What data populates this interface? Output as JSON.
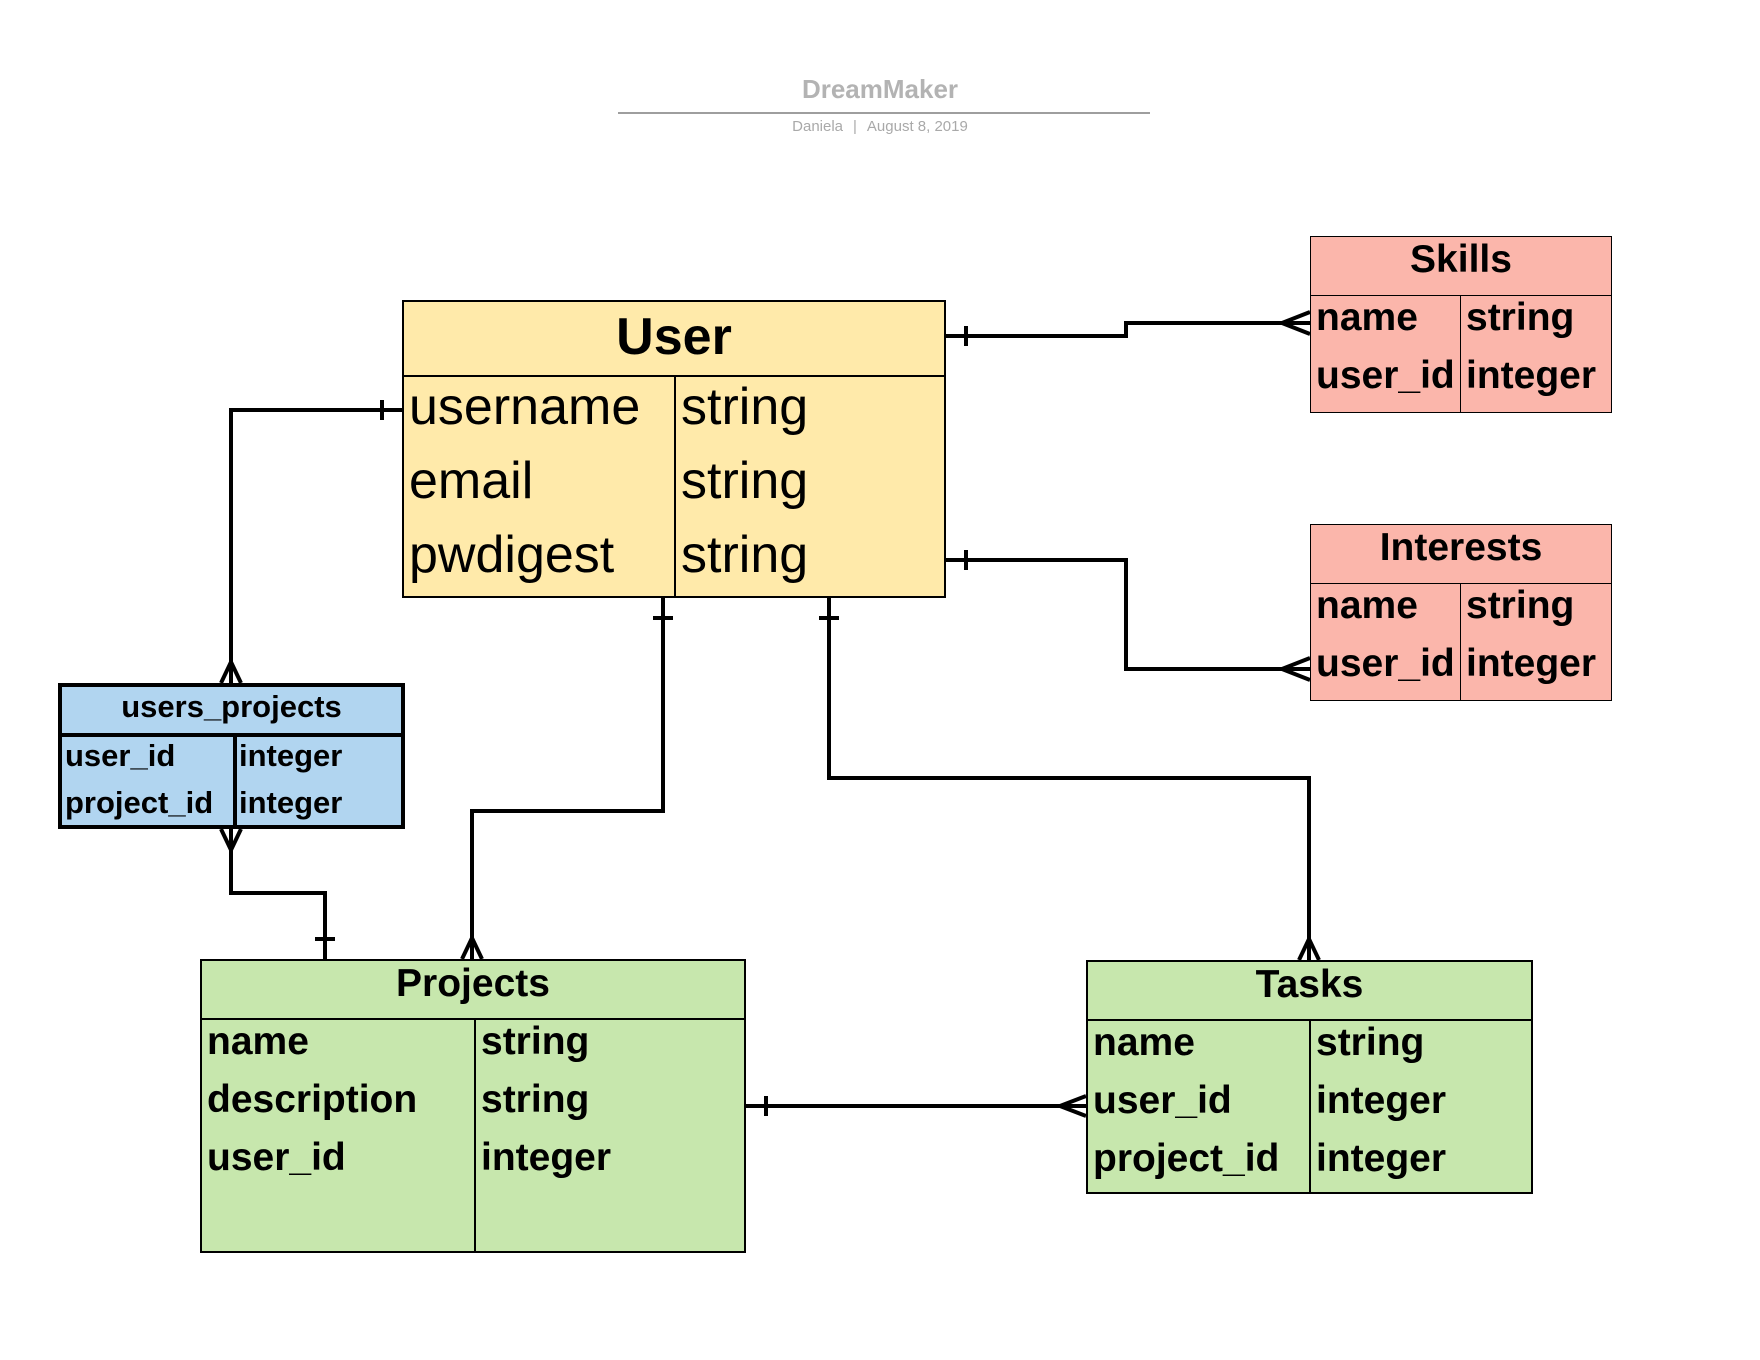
{
  "document": {
    "title": "DreamMaker",
    "author": "Daniela",
    "separator": "|",
    "date": "August 8, 2019"
  },
  "colors": {
    "user": "#ffeaaa",
    "skills": "#fbb6ab",
    "interests": "#fbb6ab",
    "users_projects": "#b1d5f0",
    "projects": "#c7e7ad",
    "tasks": "#c7e7ad",
    "line": "#000000",
    "header_text": "#b3b3b3"
  },
  "entities": {
    "user": {
      "title": "User",
      "fields": [
        {
          "name": "username",
          "type": "string"
        },
        {
          "name": "email",
          "type": "string"
        },
        {
          "name": "pwdigest",
          "type": "string"
        }
      ]
    },
    "skills": {
      "title": "Skills",
      "fields": [
        {
          "name": "name",
          "type": "string"
        },
        {
          "name": "user_id",
          "type": "integer"
        }
      ]
    },
    "interests": {
      "title": "Interests",
      "fields": [
        {
          "name": "name",
          "type": "string"
        },
        {
          "name": "user_id",
          "type": "integer"
        }
      ]
    },
    "users_projects": {
      "title": "users_projects",
      "fields": [
        {
          "name": "user_id",
          "type": "integer"
        },
        {
          "name": "project_id",
          "type": "integer"
        }
      ]
    },
    "projects": {
      "title": "Projects",
      "fields": [
        {
          "name": "name",
          "type": "string"
        },
        {
          "name": "description",
          "type": "string"
        },
        {
          "name": "user_id",
          "type": "integer"
        }
      ]
    },
    "tasks": {
      "title": "Tasks",
      "fields": [
        {
          "name": "name",
          "type": "string"
        },
        {
          "name": "user_id",
          "type": "integer"
        },
        {
          "name": "project_id",
          "type": "integer"
        }
      ]
    }
  },
  "relationships": [
    {
      "from": "User",
      "to": "Skills",
      "from_end": "one",
      "to_end": "many"
    },
    {
      "from": "User",
      "to": "Interests",
      "from_end": "one",
      "to_end": "many"
    },
    {
      "from": "User",
      "to": "users_projects",
      "from_end": "one",
      "to_end": "many"
    },
    {
      "from": "User",
      "to": "Projects",
      "from_end": "one",
      "to_end": "many"
    },
    {
      "from": "User",
      "to": "Tasks",
      "from_end": "one",
      "to_end": "many"
    },
    {
      "from": "Projects",
      "to": "users_projects",
      "from_end": "one",
      "to_end": "many"
    },
    {
      "from": "Projects",
      "to": "Tasks",
      "from_end": "one",
      "to_end": "many"
    }
  ]
}
